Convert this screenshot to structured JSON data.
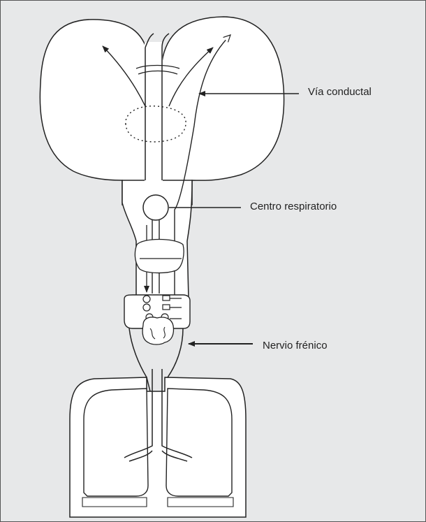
{
  "labels": {
    "conductal_pathway": "Vía conductal",
    "respiratory_center": "Centro respiratorio",
    "phrenic_nerve": "Nervio frénico"
  },
  "colors": {
    "background": "#e7e8e9",
    "body_fill": "#ffffff",
    "stroke": "#222222"
  }
}
